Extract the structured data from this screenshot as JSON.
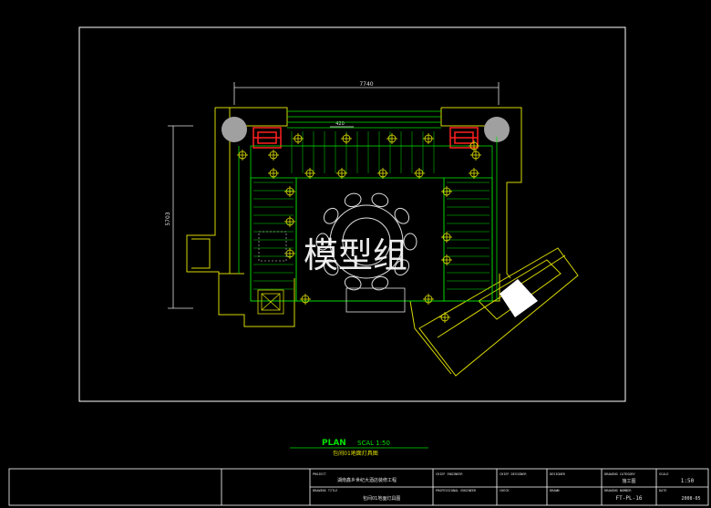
{
  "plan": {
    "title": "PLAN",
    "scale_label": "SCAL 1:50",
    "subtitle": "包间01地面灯具图"
  },
  "dimensions": {
    "width_total": "7740",
    "width_small": "420",
    "height_total": "5703"
  },
  "watermark": "模型组",
  "title_block": {
    "project_label": "PROJECT",
    "project_value": "湖南鑫乡世纪大酒店装修工程",
    "drawing_title_label": "DRAWING TITLE",
    "drawing_title_value": "包间01地面灯具图",
    "chief_engineer_label": "CHIEF ENGINEER",
    "professional_engineer_label": "PROFESSIONAL ENGINEER",
    "chief_designer_label": "CHIEF DESIGNER",
    "check_label": "CHECK",
    "designer_label": "DESIGNER",
    "drawn_label": "DRAWN",
    "drawing_category_label": "DRAWING CATEGORY",
    "drawing_category_value": "施工图",
    "drawing number_label": "DRAWING NUMBER",
    "drawing_number_value": "FT-PL-16",
    "scale_label": "SCALE",
    "scale_value": "1:50",
    "date_label": "DATE",
    "date_value": "2008-05"
  },
  "colors": {
    "background": "#000000",
    "walls": "#d8d800",
    "fixtures": "#00e000",
    "furniture": "#e0e0e0",
    "highlight": "#ff2020",
    "frame": "#ffffff"
  }
}
